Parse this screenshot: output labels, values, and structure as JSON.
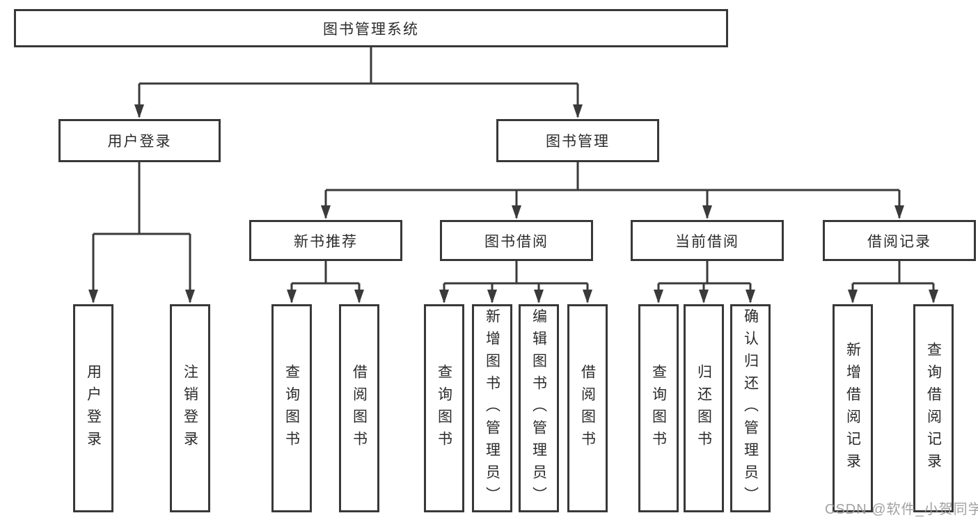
{
  "nodes": {
    "root": "图书管理系统",
    "user_login": "用户登录",
    "book_mgmt": "图书管理",
    "new_books": "新书推荐",
    "book_borrow": "图书借阅",
    "current_borrow": "当前借阅",
    "borrow_records": "借阅记录",
    "user_login_children": [
      "用户登录",
      "注销登录"
    ],
    "new_books_children": [
      "查询图书",
      "借阅图书"
    ],
    "book_borrow_children": [
      "查询图书",
      "新增图书（管理员）",
      "编辑图书（管理员）",
      "借阅图书"
    ],
    "current_borrow_children": [
      "查询图书",
      "归还图书",
      "确认归还（管理员）"
    ],
    "borrow_records_children": [
      "新增借阅记录",
      "查询借阅记录"
    ]
  },
  "watermark": "CSDN @软件_小贺同学",
  "colors": {
    "line": "#3a3a3a",
    "border": "#383838",
    "text": "#2b2b2b",
    "watermark": "#9a9a9a",
    "background": "#ffffff"
  }
}
